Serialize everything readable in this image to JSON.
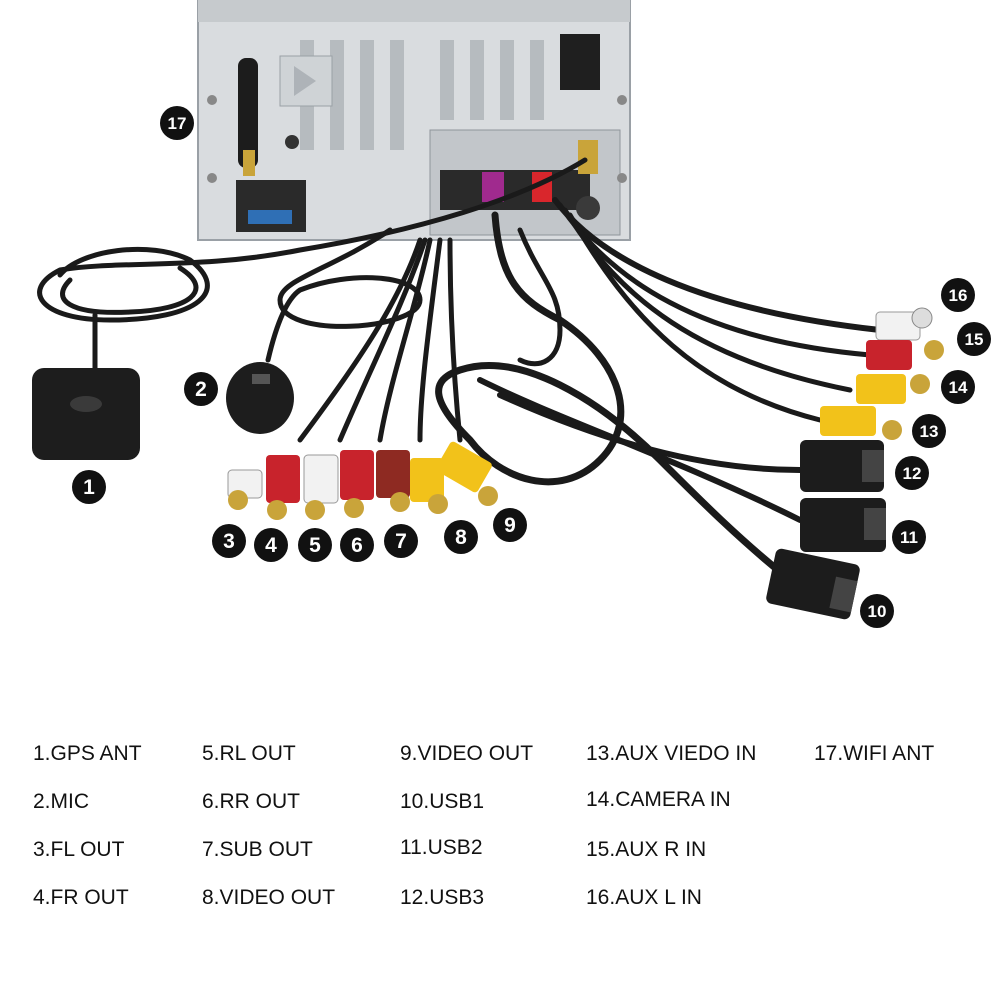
{
  "callouts": [
    "1",
    "2",
    "3",
    "4",
    "5",
    "6",
    "7",
    "8",
    "9",
    "10",
    "11",
    "12",
    "13",
    "14",
    "15",
    "16",
    "17"
  ],
  "legend": {
    "col1": [
      "1.GPS ANT",
      "2.MIC",
      "3.FL OUT",
      "4.FR OUT"
    ],
    "col2": [
      "5.RL OUT",
      "6.RR OUT",
      "7.SUB OUT",
      "8.VIDEO OUT"
    ],
    "col3": [
      "9.VIDEO OUT",
      "10.USB1",
      "11.USB2",
      "12.USB3"
    ],
    "col4": [
      "13.AUX VIEDO IN",
      "14.CAMERA IN",
      "15.AUX R IN",
      "16.AUX L IN"
    ],
    "col5": [
      "17.WIFI ANT"
    ]
  },
  "colors": {
    "chassis": "#d9dcdf",
    "cable": "#1a1a1a",
    "rca_red": "#c8232c",
    "rca_white": "#f2f2f2",
    "rca_yellow": "#f2c21a",
    "rca_darkred": "#8e2a22",
    "antenna_gold": "#c9a43a"
  }
}
